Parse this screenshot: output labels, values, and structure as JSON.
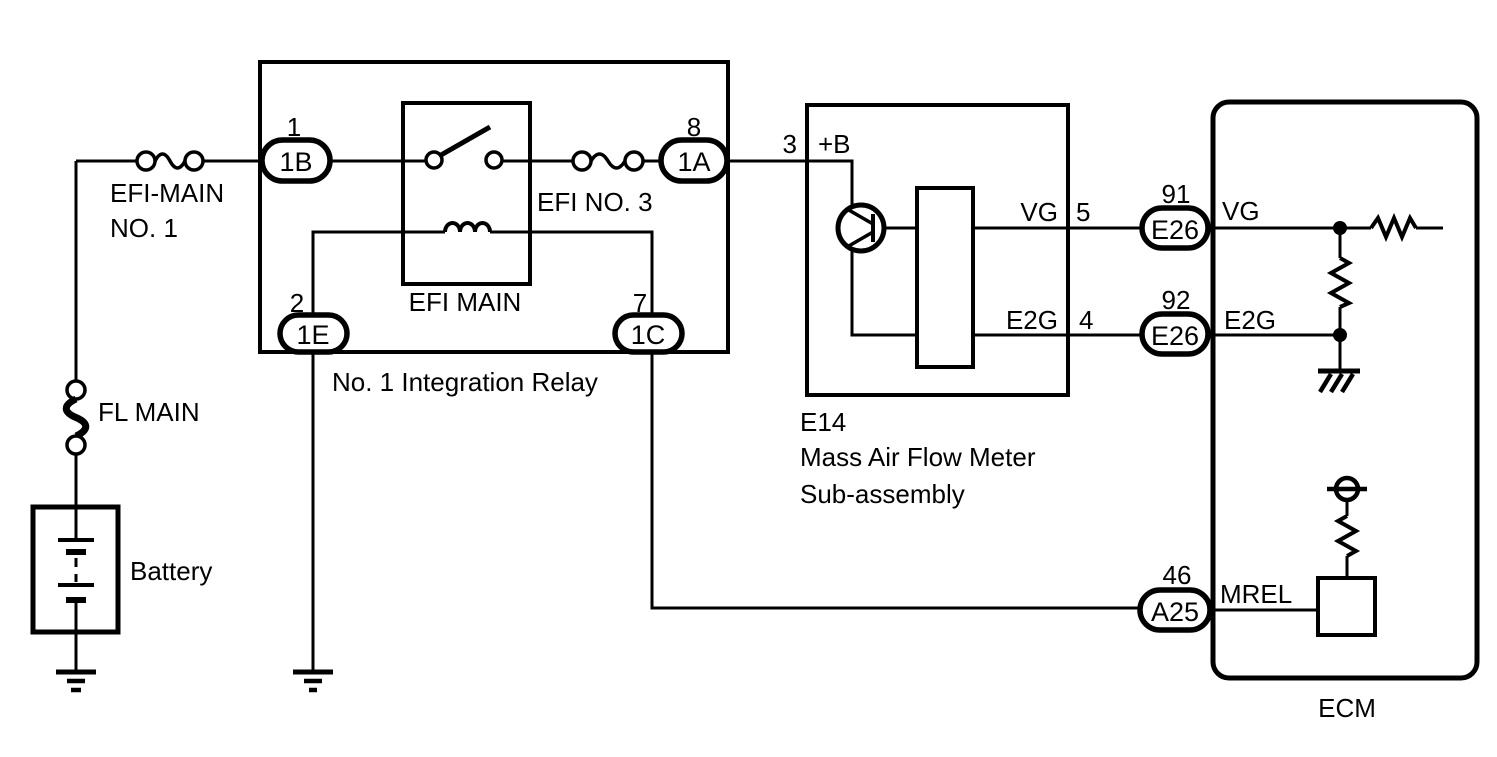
{
  "diagram_type": "automotive-wiring-schematic",
  "colors": {
    "line": "#000000",
    "background": "#ffffff"
  },
  "battery": {
    "label": "Battery"
  },
  "fl_main": {
    "label": "FL MAIN"
  },
  "fuse_efi_main": {
    "line1": "EFI-MAIN",
    "line2": "NO. 1"
  },
  "relay": {
    "title": "No. 1 Integration Relay",
    "inner_label": "EFI MAIN",
    "t1b": {
      "pin": "1",
      "code": "1B"
    },
    "t1e": {
      "pin": "2",
      "code": "1E"
    },
    "t1a": {
      "pin": "8",
      "code": "1A"
    },
    "t1c": {
      "pin": "7",
      "code": "1C"
    }
  },
  "fuse_efi_no3": {
    "label": "EFI NO. 3"
  },
  "maf": {
    "code": "E14",
    "name1": "Mass Air Flow Meter",
    "name2": "Sub-assembly",
    "pin_b": {
      "pin": "3",
      "label": "+B"
    },
    "pin_vg": {
      "pin": "5",
      "label": "VG"
    },
    "pin_e2g": {
      "pin": "4",
      "label": "E2G"
    }
  },
  "ecm": {
    "label": "ECM",
    "vg": {
      "pin": "91",
      "code": "E26",
      "signal": "VG"
    },
    "e2g": {
      "pin": "92",
      "code": "E26",
      "signal": "E2G"
    },
    "mrel": {
      "pin": "46",
      "code": "A25",
      "signal": "MREL"
    }
  }
}
